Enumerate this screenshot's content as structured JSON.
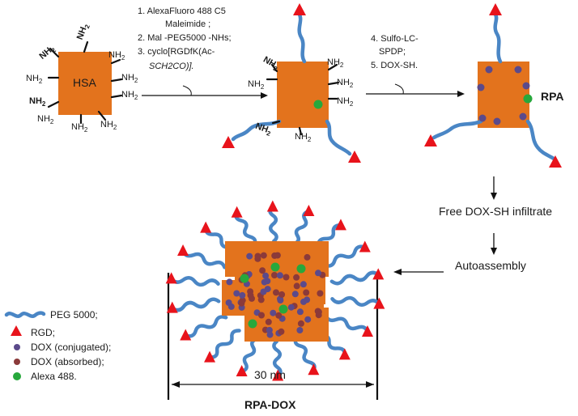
{
  "colors": {
    "protein": "#e3731d",
    "peg": "#4a86c5",
    "rgd": "#e8131b",
    "dox_conjugated": "#5b4a8b",
    "dox_absorbed": "#8b3a3a",
    "alexa": "#27a83c"
  },
  "hsa": {
    "label": "HSA",
    "amine": "NH2",
    "amine_base": "NH",
    "amine_sub": "2"
  },
  "step1": {
    "lines": [
      "1. AlexaFluoro  488 C5",
      "Maleimide ;",
      "2. Mal -PEG5000 -NHs;",
      "3. cyclo[RGDfK(Ac-",
      "SCH2CO)]."
    ]
  },
  "step2": {
    "lines": [
      "4. Sulfo-LC-",
      "SPDP;",
      "5. DOX-SH."
    ]
  },
  "rpa_label": "RPA",
  "flow": {
    "infiltrate": "Free DOX-SH infiltrate",
    "autoassembly": "Autoassembly"
  },
  "rpadox": {
    "scale": "30 nm",
    "label": "RPA-DOX"
  },
  "legend": [
    {
      "icon": "peg-chain-icon",
      "label": "PEG 5000;"
    },
    {
      "icon": "rgd-triangle-icon",
      "label": "RGD;"
    },
    {
      "icon": "dox-conjugated-icon",
      "label": "DOX (conjugated);"
    },
    {
      "icon": "dox-absorbed-icon",
      "label": "DOX (absorbed);"
    },
    {
      "icon": "alexa-icon",
      "label": "Alexa 488."
    }
  ]
}
